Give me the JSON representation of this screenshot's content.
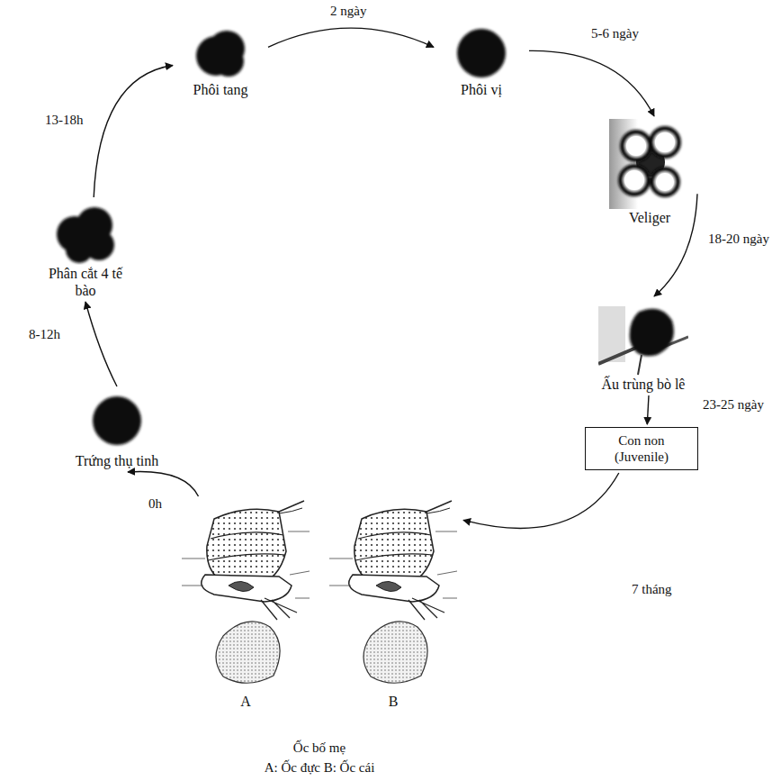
{
  "diagram": {
    "nodes": [
      {
        "text": [
          "Trứng thụ tinh"
        ]
      },
      {
        "text": [
          "Phân cắt 4 tế bào"
        ]
      },
      {
        "text": [
          "Phôi tang"
        ]
      },
      {
        "text": [
          "Phôi vị"
        ]
      },
      {
        "text": [
          "Veliger"
        ]
      },
      {
        "text": [
          "Ấu trùng bò lê"
        ]
      },
      {
        "text": [
          "Con non (Juvenile)"
        ]
      },
      {
        "text": [
          "Ốc bố mẹ",
          "A: Ốc đực B: Ốc cái"
        ]
      },
      {
        "text": [
          "A"
        ],
        "in": 7
      },
      {
        "text": [
          "B"
        ],
        "in": 7
      }
    ],
    "edges": [
      {
        "from": 0,
        "to": 1,
        "label": "8-12h",
        "arrow": "to"
      },
      {
        "from": 1,
        "to": 2,
        "label": "13-18h",
        "arrow": "to"
      },
      {
        "from": 2,
        "to": 3,
        "label": "2 ngày",
        "arrow": "to"
      },
      {
        "from": 3,
        "to": 4,
        "label": "5-6 ngày",
        "arrow": "to"
      },
      {
        "from": 4,
        "to": 5,
        "label": "18-20 ngày",
        "arrow": "to"
      },
      {
        "from": 5,
        "to": 6,
        "label": "23-25 ngày",
        "arrow": "to"
      },
      {
        "from": 6,
        "to": 9,
        "label": "7 tháng",
        "arrow": "to"
      },
      {
        "from": 8,
        "to": 0,
        "label": "0h",
        "arrow": "to"
      }
    ]
  }
}
